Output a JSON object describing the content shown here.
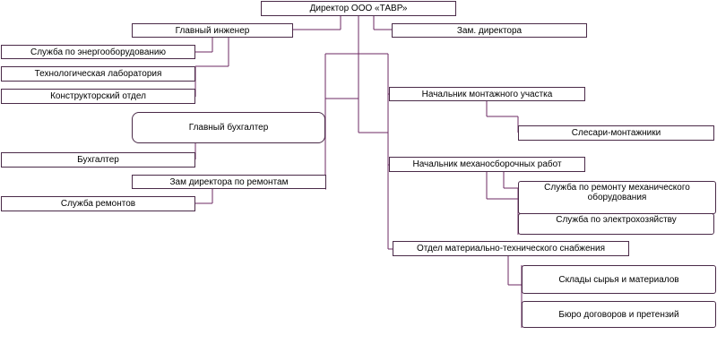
{
  "org_chart": {
    "director": "Директор ООО «ТАВР»",
    "chief_engineer": "Главный инженер",
    "deputy_director": "Зам. директора",
    "energy_service": "Служба по энергооборудованию",
    "tech_lab": "Технологическая лаборатория",
    "design_dept": "Конструкторский отдел",
    "chief_accountant": "Главный бухгалтер",
    "accountant": "Бухгалтер",
    "deputy_repairs": "Зам директора по ремонтам",
    "repair_service": "Служба ремонтов",
    "assembly_chief": "Начальник монтажного участка",
    "fitters": "Слесари-монтажники",
    "mech_assembly_chief": "Начальник механосборочных работ",
    "mech_repair_service": "Служба по ремонту механического оборудования",
    "electrical_service": "Служба по электрохозяйству",
    "supply_dept": "Отдел материально-технического снабжения",
    "warehouses": "Склады сырья и материалов",
    "contracts_bureau": "Бюро договоров и претензий"
  },
  "colors": {
    "connector": "#6e2a63",
    "border": "#4a2a48",
    "background": "#ffffff"
  }
}
